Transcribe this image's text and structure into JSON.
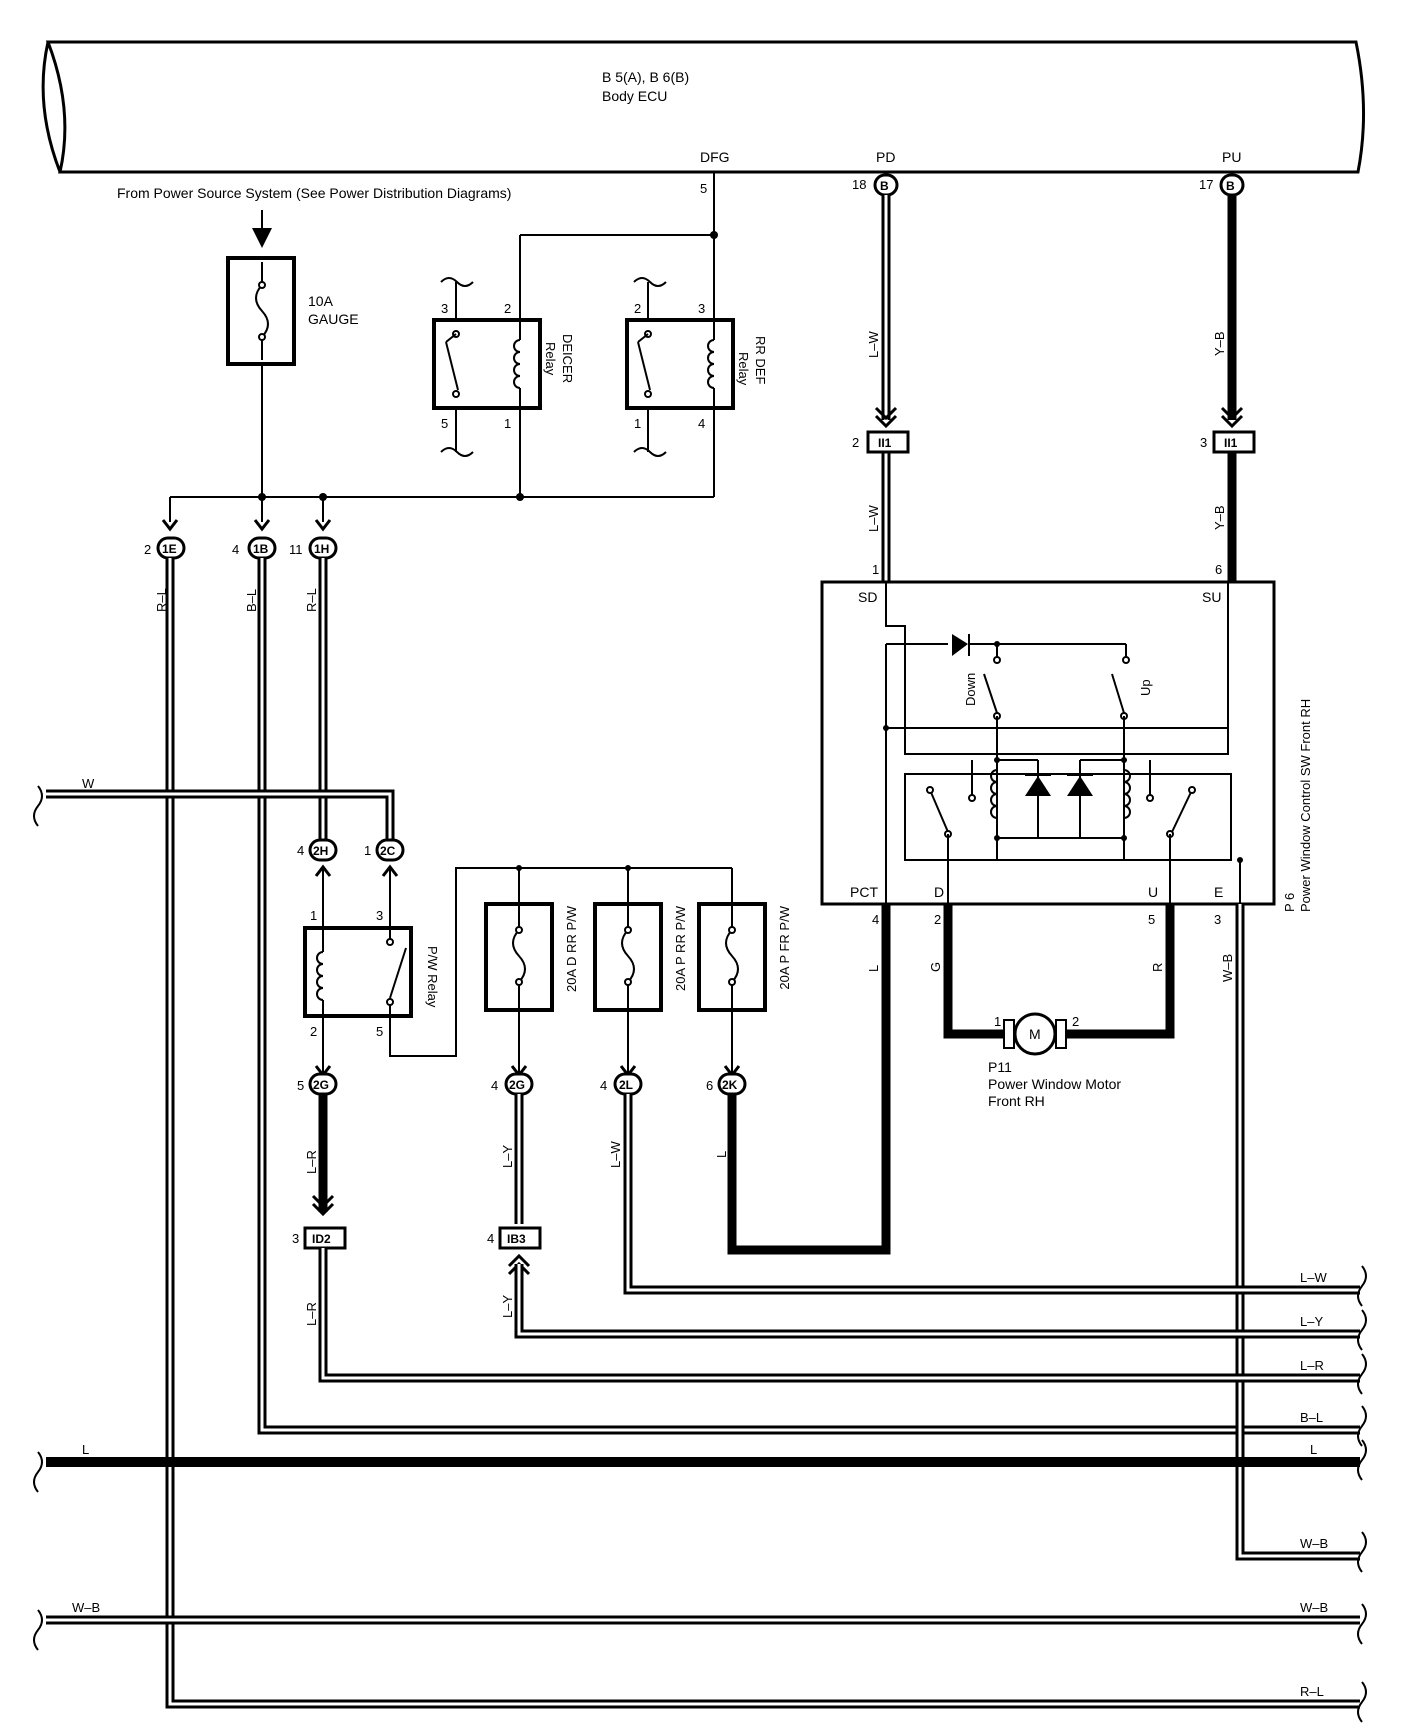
{
  "ecu": {
    "refs": "B 5(A), B 6(B)",
    "name": "Body ECU",
    "pins": {
      "dfg": "DFG",
      "pd": "PD",
      "pu": "PU"
    },
    "dfg_pin": "5",
    "pd_num": "18",
    "pd_conn": "B",
    "pu_num": "17",
    "pu_conn": "B"
  },
  "power_source": "From Power Source System (See Power Distribution Diagrams)",
  "fuse_gauge": {
    "rating": "10A",
    "name": "GAUGE"
  },
  "deicer_relay": {
    "name": "DEICER",
    "type": "Relay",
    "pins": [
      "3",
      "2",
      "5",
      "1"
    ]
  },
  "rrdef_relay": {
    "name": "RR DEF",
    "type": "Relay",
    "pins": [
      "2",
      "3",
      "1",
      "4"
    ]
  },
  "connectors": {
    "c1e": {
      "num": "2",
      "id": "1E"
    },
    "c1b": {
      "num": "4",
      "id": "1B"
    },
    "c1h": {
      "num": "11",
      "id": "1H"
    },
    "c2h": {
      "num": "4",
      "id": "2H"
    },
    "c2c": {
      "num": "1",
      "id": "2C"
    },
    "c2g_a": {
      "num": "5",
      "id": "2G"
    },
    "c2g_b": {
      "num": "4",
      "id": "2G"
    },
    "c2l": {
      "num": "4",
      "id": "2L"
    },
    "c2k": {
      "num": "6",
      "id": "2K"
    },
    "ii1_a": {
      "num": "2",
      "id": "II1"
    },
    "ii1_b": {
      "num": "3",
      "id": "II1"
    },
    "id2": {
      "num": "3",
      "id": "ID2"
    },
    "ib3": {
      "num": "4",
      "id": "IB3"
    }
  },
  "pw_relay": {
    "name": "P/W Relay",
    "pins": [
      "1",
      "3",
      "2",
      "5"
    ]
  },
  "fuses": [
    {
      "name": "20A D RR P/W"
    },
    {
      "name": "20A P RR P/W"
    },
    {
      "name": "20A P FR P/W"
    }
  ],
  "switch": {
    "ref": "P 6",
    "name": "Power Window Control SW Front RH",
    "top_pins": {
      "sd": "SD",
      "su": "SU",
      "sd_num": "1",
      "su_num": "6"
    },
    "bottom_pins": [
      {
        "name": "PCT",
        "num": "4"
      },
      {
        "name": "D",
        "num": "2"
      },
      {
        "name": "U",
        "num": "5"
      },
      {
        "name": "E",
        "num": "3"
      }
    ],
    "down": "Down",
    "up": "Up"
  },
  "motor": {
    "ref": "P11",
    "name": "Power Window Motor",
    "side": "Front RH",
    "symbol": "M",
    "pins": [
      "1",
      "2"
    ]
  },
  "wire_labels": {
    "rl": "R–L",
    "bl": "B–L",
    "lw": "L–W",
    "yb": "Y–B",
    "l": "L",
    "g": "G",
    "r": "R",
    "wb": "W–B",
    "lr": "L–R",
    "ly": "L–Y",
    "w": "W"
  },
  "right_edge": [
    "L–W",
    "L–Y",
    "L–R",
    "B–L",
    "L",
    "W–B",
    "W–B",
    "R–L"
  ],
  "left_edge": [
    "W",
    "L",
    "W–B"
  ]
}
